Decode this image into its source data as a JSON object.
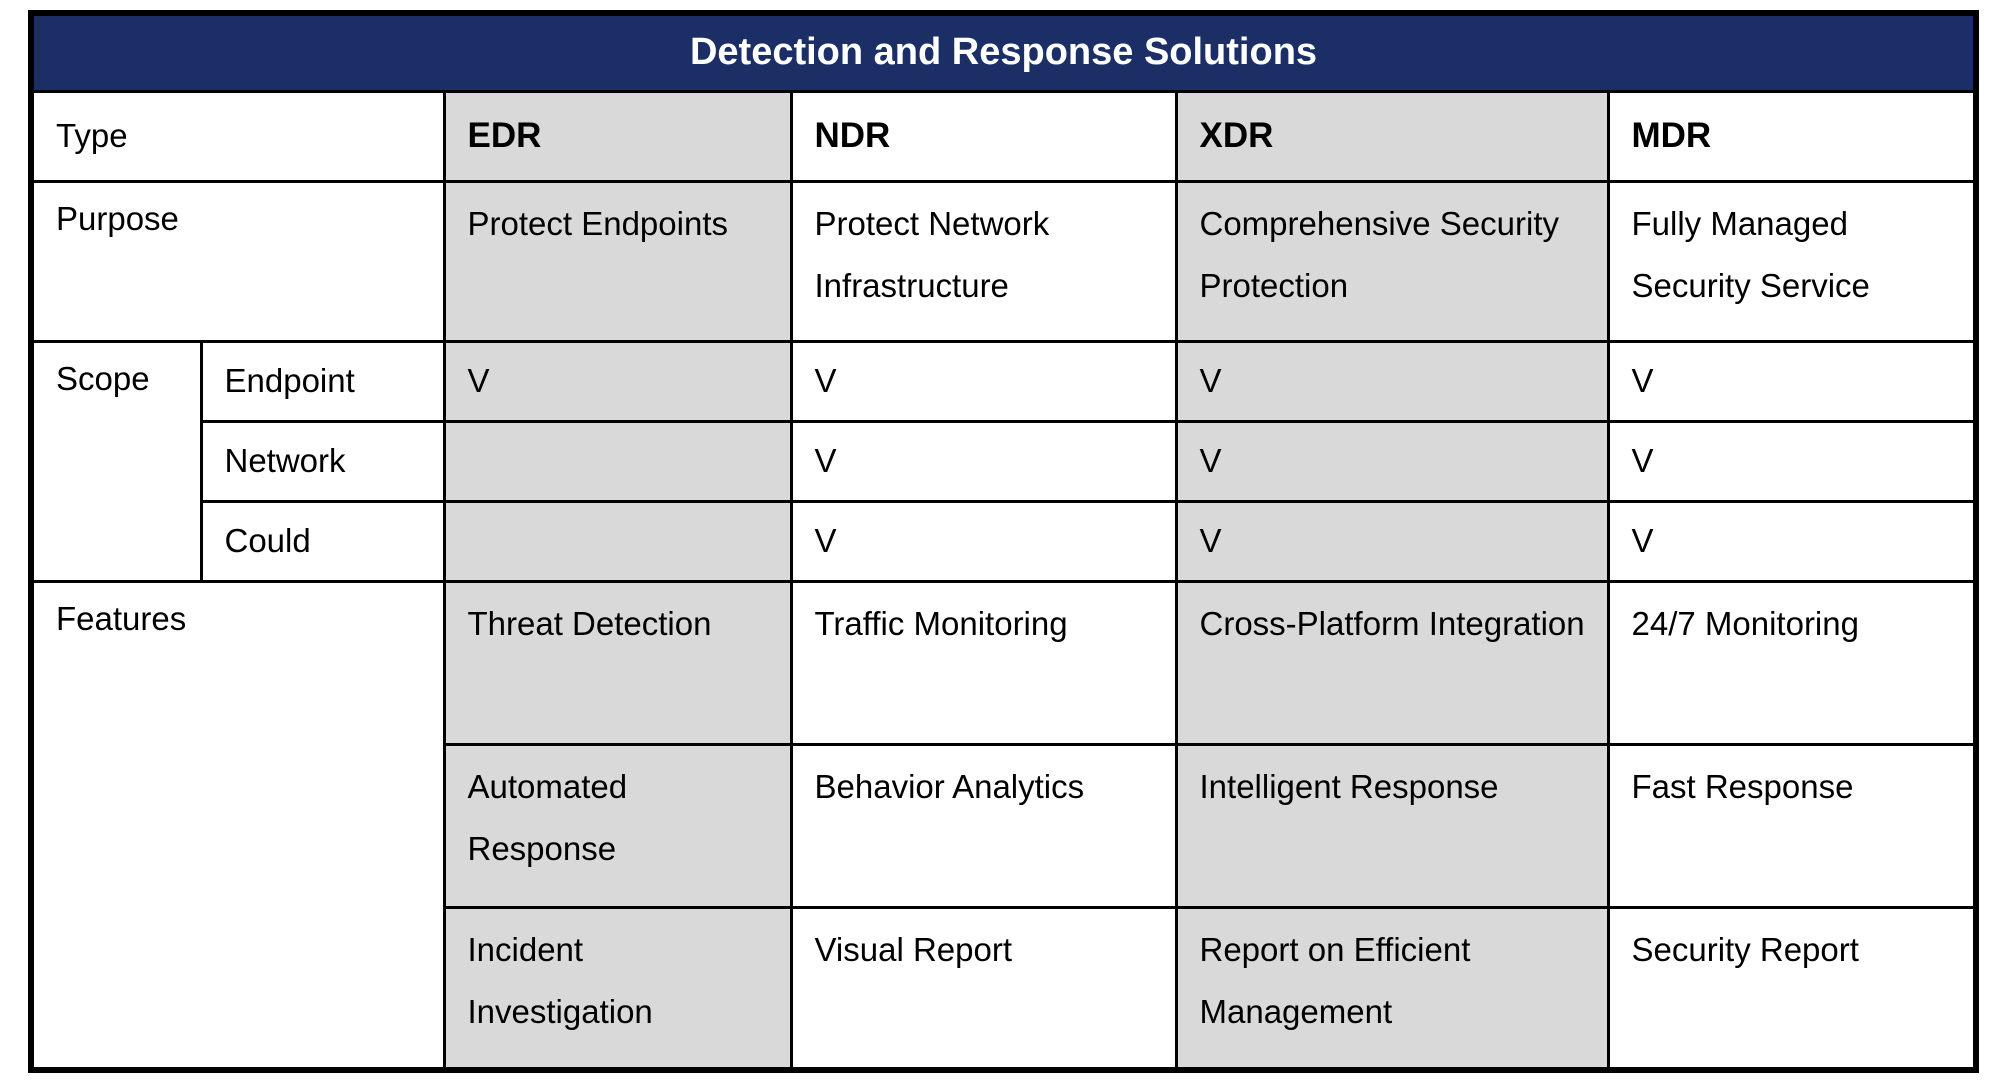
{
  "colors": {
    "title_bar_bg": "#1b2f66",
    "title_text": "#ffffff",
    "shaded_column_bg": "#d9d9d9",
    "border": "#000000",
    "body_text": "#000000"
  },
  "chart_data": {
    "type": "table",
    "title": "Detection and Response Solutions",
    "header": {
      "type_label": "Type",
      "columns": [
        "EDR",
        "NDR",
        "XDR",
        "MDR"
      ]
    },
    "purpose": {
      "label": "Purpose",
      "values": [
        "Protect Endpoints",
        "Protect Network Infrastructure",
        "Comprehensive Security Protection",
        "Fully Managed Security Service"
      ]
    },
    "scope": {
      "label": "Scope",
      "rows": [
        {
          "label": "Endpoint",
          "values": [
            "V",
            "V",
            "V",
            "V"
          ]
        },
        {
          "label": "Network",
          "values": [
            "",
            "V",
            "V",
            "V"
          ]
        },
        {
          "label": "Could",
          "values": [
            "",
            "V",
            "V",
            "V"
          ]
        }
      ]
    },
    "features": {
      "label": "Features",
      "rows": [
        [
          "Threat Detection",
          "Traffic Monitoring",
          "Cross-Platform Integration",
          "24/7 Monitoring"
        ],
        [
          "Automated Response",
          "Behavior Analytics",
          "Intelligent Response",
          "Fast Response"
        ],
        [
          "Incident Investigation",
          "Visual Report",
          "Report on Efficient Management",
          "Security Report"
        ]
      ]
    },
    "layout_hints": {
      "shaded_columns": [
        "EDR",
        "XDR"
      ],
      "title_position": "top-banner"
    }
  }
}
